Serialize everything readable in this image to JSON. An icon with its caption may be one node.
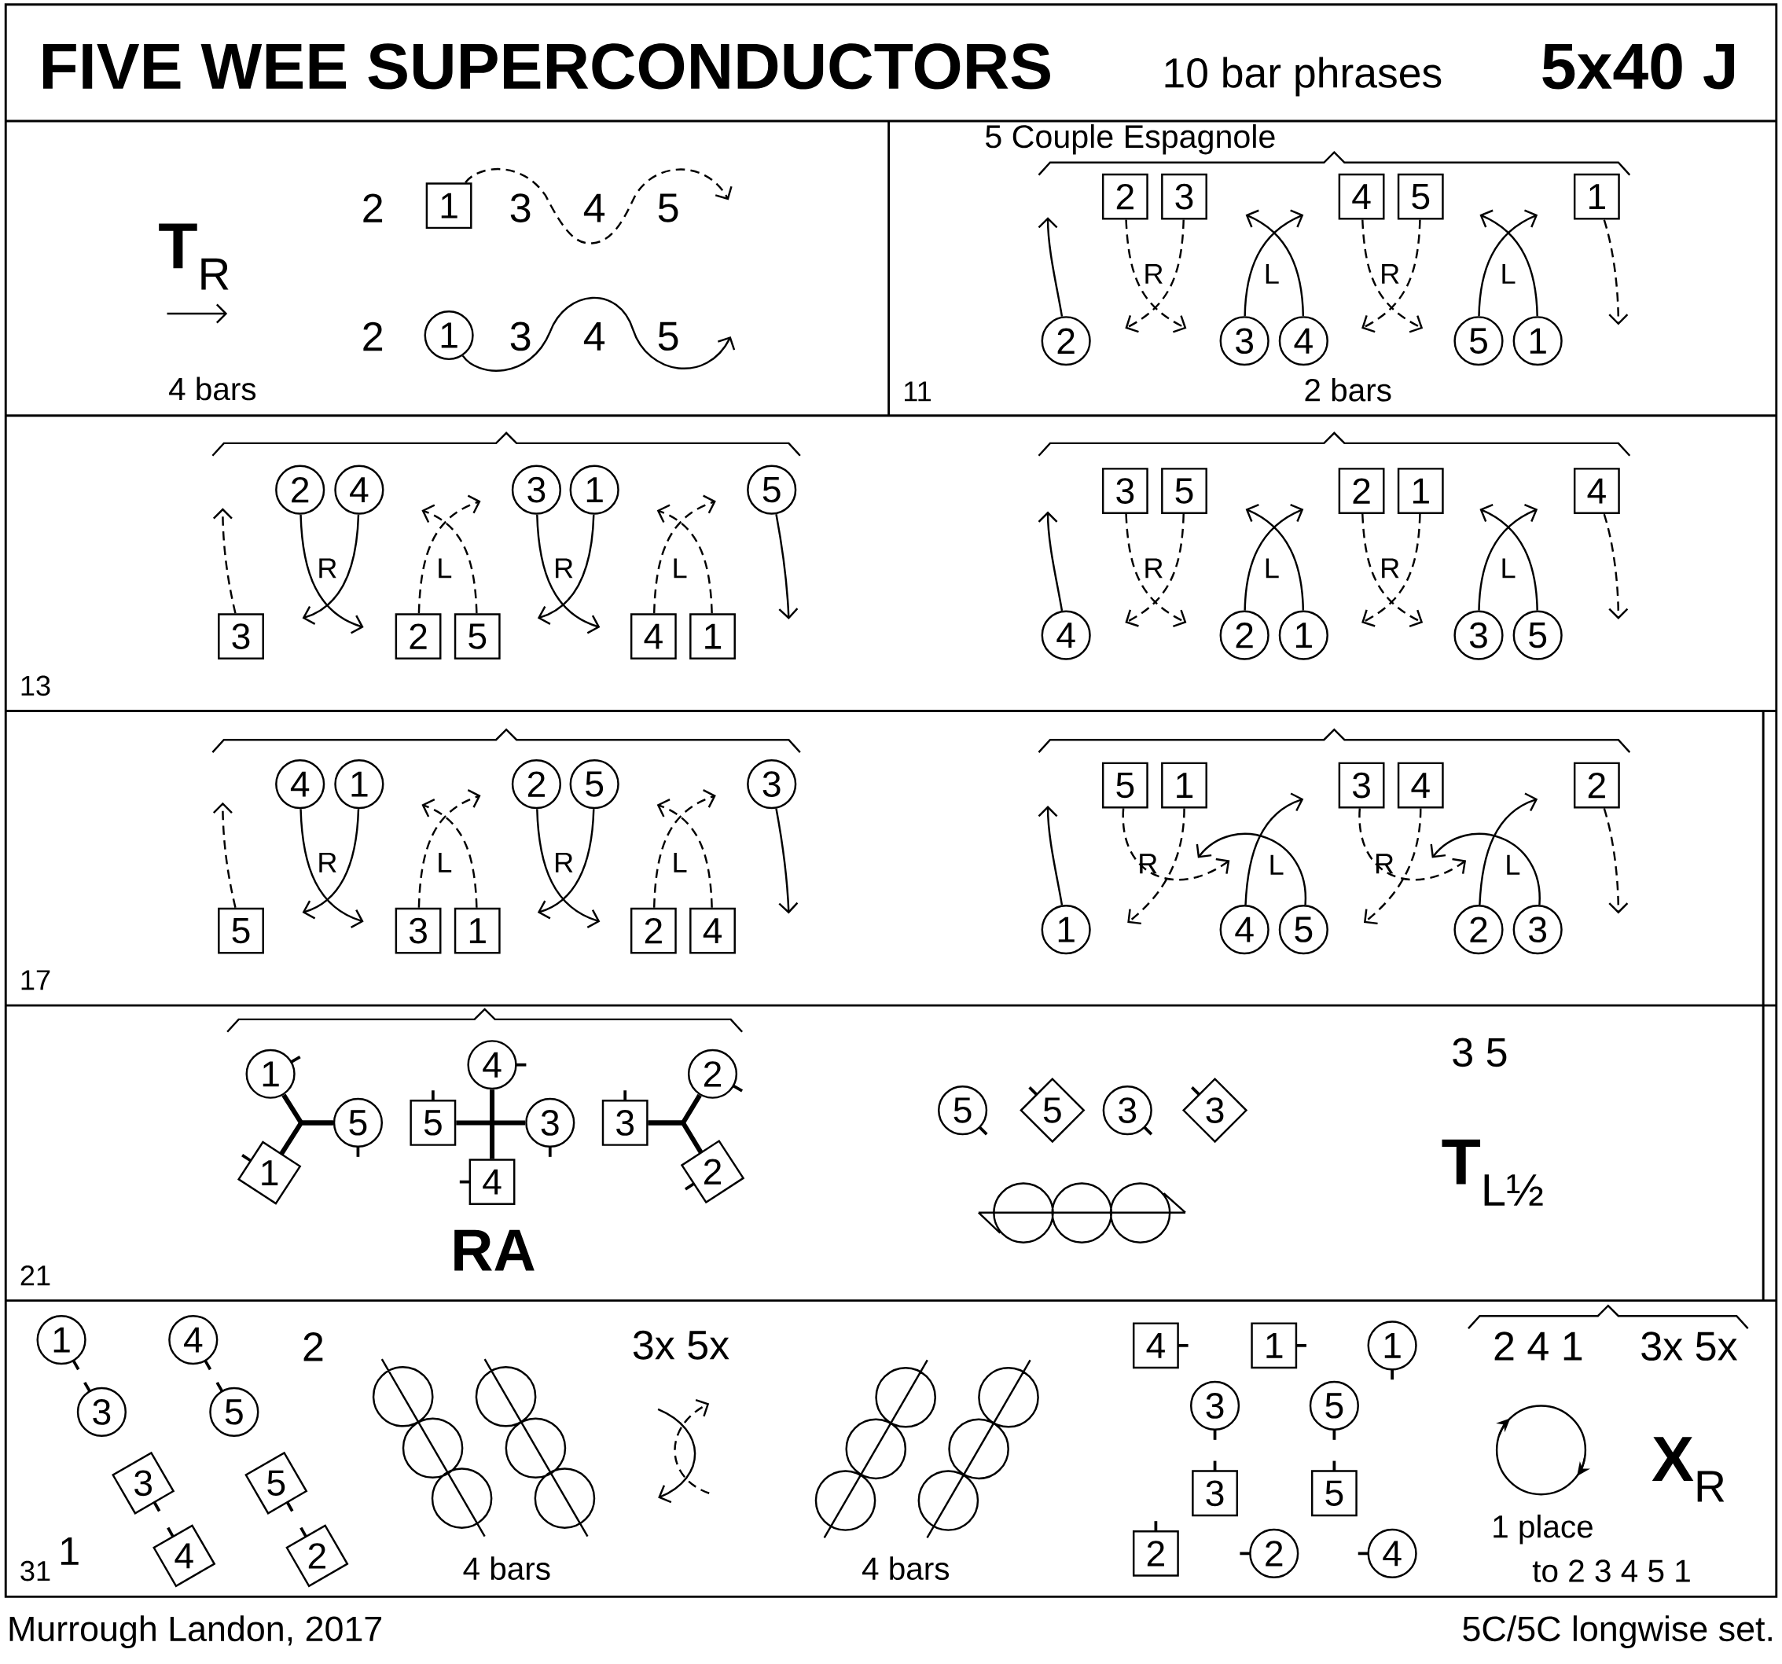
{
  "diagram": {
    "title": "FIVE WEE SUPERCONDUCTORS",
    "nodes": [
      {
        "text": [
          "1"
        ]
      },
      {
        "text": [
          "1"
        ]
      },
      {
        "text": [
          "2"
        ]
      },
      {
        "text": [
          "3"
        ]
      },
      {
        "text": [
          "4"
        ]
      },
      {
        "text": [
          "5"
        ]
      },
      {
        "text": [
          "1"
        ]
      },
      {
        "text": [
          "2"
        ]
      },
      {
        "text": [
          "3"
        ]
      },
      {
        "text": [
          "4"
        ]
      },
      {
        "text": [
          "5"
        ]
      },
      {
        "text": [
          "1"
        ]
      },
      {
        "text": [
          "2"
        ]
      },
      {
        "text": [
          "4"
        ]
      },
      {
        "text": [
          "3"
        ]
      },
      {
        "text": [
          "1"
        ]
      },
      {
        "text": [
          "5"
        ]
      },
      {
        "text": [
          "3"
        ]
      },
      {
        "text": [
          "2"
        ]
      },
      {
        "text": [
          "5"
        ]
      },
      {
        "text": [
          "4"
        ]
      },
      {
        "text": [
          "1"
        ]
      },
      {
        "text": [
          "3"
        ]
      },
      {
        "text": [
          "5"
        ]
      },
      {
        "text": [
          "2"
        ]
      },
      {
        "text": [
          "1"
        ]
      },
      {
        "text": [
          "4"
        ]
      },
      {
        "text": [
          "4"
        ]
      },
      {
        "text": [
          "2"
        ]
      },
      {
        "text": [
          "1"
        ]
      },
      {
        "text": [
          "3"
        ]
      },
      {
        "text": [
          "5"
        ]
      },
      {
        "text": [
          "4"
        ]
      },
      {
        "text": [
          "1"
        ]
      },
      {
        "text": [
          "2"
        ]
      },
      {
        "text": [
          "5"
        ]
      },
      {
        "text": [
          "3"
        ]
      },
      {
        "text": [
          "5"
        ]
      },
      {
        "text": [
          "3"
        ]
      },
      {
        "text": [
          "1"
        ]
      },
      {
        "text": [
          "2"
        ]
      },
      {
        "text": [
          "4"
        ]
      },
      {
        "text": [
          "5"
        ]
      },
      {
        "text": [
          "1"
        ]
      },
      {
        "text": [
          "3"
        ]
      },
      {
        "text": [
          "4"
        ]
      },
      {
        "text": [
          "2"
        ]
      },
      {
        "text": [
          "1"
        ]
      },
      {
        "text": [
          "4"
        ]
      },
      {
        "text": [
          "5"
        ]
      },
      {
        "text": [
          "2"
        ]
      },
      {
        "text": [
          "3"
        ]
      },
      {
        "text": [
          "1"
        ]
      },
      {
        "text": [
          "5"
        ]
      },
      {
        "text": [
          "1"
        ]
      },
      {
        "text": [
          "4"
        ]
      },
      {
        "text": [
          "5"
        ]
      },
      {
        "text": [
          "3"
        ]
      },
      {
        "text": [
          "4"
        ]
      },
      {
        "text": [
          "2"
        ]
      },
      {
        "text": [
          "3"
        ]
      },
      {
        "text": [
          "2"
        ]
      },
      {
        "text": [
          "5"
        ]
      },
      {
        "text": [
          "5"
        ]
      },
      {
        "text": [
          "3"
        ]
      },
      {
        "text": [
          "3"
        ]
      },
      {
        "text": [
          "1"
        ]
      },
      {
        "text": [
          "3"
        ]
      },
      {
        "text": [
          "3"
        ]
      },
      {
        "text": [
          "4"
        ]
      },
      {
        "text": [
          "4"
        ]
      },
      {
        "text": [
          "5"
        ]
      },
      {
        "text": [
          "5"
        ]
      },
      {
        "text": [
          "2"
        ]
      },
      {
        "text": [
          "4"
        ]
      },
      {
        "text": [
          "1"
        ]
      },
      {
        "text": [
          "1"
        ]
      },
      {
        "text": [
          "3"
        ]
      },
      {
        "text": [
          "5"
        ]
      },
      {
        "text": [
          "3"
        ]
      },
      {
        "text": [
          "5"
        ]
      },
      {
        "text": [
          "2"
        ]
      },
      {
        "text": [
          "2"
        ]
      },
      {
        "text": [
          "4"
        ]
      }
    ],
    "edges": [
      {
        "from": 0,
        "to": null,
        "arrow": "to",
        "style": "dashed"
      },
      {
        "from": 1,
        "to": null,
        "arrow": "to"
      },
      {
        "from": 2,
        "to": null,
        "arrow": "to",
        "style": "dashed"
      },
      {
        "from": 3,
        "to": null,
        "arrow": "to",
        "style": "dashed"
      },
      {
        "from": 4,
        "to": null,
        "arrow": "to",
        "style": "dashed"
      },
      {
        "from": 5,
        "to": null,
        "arrow": "to",
        "style": "dashed"
      },
      {
        "from": 6,
        "to": null,
        "arrow": "to",
        "style": "dashed"
      },
      {
        "from": 7,
        "to": null,
        "arrow": "to"
      },
      {
        "from": 8,
        "to": null,
        "arrow": "to"
      },
      {
        "from": 9,
        "to": null,
        "arrow": "to"
      },
      {
        "from": 10,
        "to": null,
        "arrow": "to"
      },
      {
        "from": 11,
        "to": null,
        "arrow": "to"
      },
      {
        "from": 12,
        "to": null,
        "arrow": "to"
      },
      {
        "from": 13,
        "to": null,
        "arrow": "to"
      },
      {
        "from": 14,
        "to": null,
        "arrow": "to"
      },
      {
        "from": 15,
        "to": null,
        "arrow": "to"
      },
      {
        "from": 16,
        "to": null,
        "arrow": "to"
      },
      {
        "from": 17,
        "to": null,
        "arrow": "to",
        "style": "dashed"
      },
      {
        "from": 18,
        "to": null,
        "arrow": "to",
        "style": "dashed"
      },
      {
        "from": 19,
        "to": null,
        "arrow": "to",
        "style": "dashed"
      },
      {
        "from": 20,
        "to": null,
        "arrow": "to",
        "style": "dashed"
      },
      {
        "from": 21,
        "to": null,
        "arrow": "to",
        "style": "dashed"
      },
      {
        "from": 22,
        "to": null,
        "arrow": "to",
        "style": "dashed"
      },
      {
        "from": 23,
        "to": null,
        "arrow": "to",
        "style": "dashed"
      },
      {
        "from": 24,
        "to": null,
        "arrow": "to",
        "style": "dashed"
      },
      {
        "from": 25,
        "to": null,
        "arrow": "to",
        "style": "dashed"
      },
      {
        "from": 26,
        "to": null,
        "arrow": "to",
        "style": "dashed"
      },
      {
        "from": 27,
        "to": null,
        "arrow": "to"
      },
      {
        "from": 28,
        "to": null,
        "arrow": "to"
      },
      {
        "from": 29,
        "to": null,
        "arrow": "to"
      },
      {
        "from": 30,
        "to": null,
        "arrow": "to"
      },
      {
        "from": 31,
        "to": null,
        "arrow": "to"
      },
      {
        "from": 32,
        "to": null,
        "arrow": "to"
      },
      {
        "from": 33,
        "to": null,
        "arrow": "to"
      },
      {
        "from": 34,
        "to": null,
        "arrow": "to"
      },
      {
        "from": 35,
        "to": null,
        "arrow": "to"
      },
      {
        "from": 36,
        "to": null,
        "arrow": "to"
      },
      {
        "from": 37,
        "to": null,
        "arrow": "to",
        "style": "dashed"
      },
      {
        "from": 38,
        "to": null,
        "arrow": "to",
        "style": "dashed"
      },
      {
        "from": 39,
        "to": null,
        "arrow": "to",
        "style": "dashed"
      },
      {
        "from": 40,
        "to": null,
        "arrow": "to",
        "style": "dashed"
      },
      {
        "from": 41,
        "to": null,
        "arrow": "to",
        "style": "dashed"
      },
      {
        "from": 42,
        "to": null,
        "arrow": "to",
        "style": "dashed"
      },
      {
        "from": 43,
        "to": null,
        "arrow": "to",
        "style": "dashed"
      },
      {
        "from": 44,
        "to": null,
        "arrow": "to",
        "style": "dashed"
      },
      {
        "from": 45,
        "to": null,
        "arrow": "to",
        "style": "dashed"
      },
      {
        "from": 46,
        "to": null,
        "arrow": "to",
        "style": "dashed"
      },
      {
        "from": 47,
        "to": null,
        "arrow": "to"
      },
      {
        "from": 48,
        "to": null,
        "arrow": "to"
      },
      {
        "from": 49,
        "to": null,
        "arrow": "to"
      },
      {
        "from": 50,
        "to": null,
        "arrow": "to"
      },
      {
        "from": 51,
        "to": null,
        "arrow": "to"
      },
      {
        "from": 52,
        "to": 53,
        "arrow": "none",
        "style": "thick"
      },
      {
        "from": 54,
        "to": 53,
        "arrow": "none",
        "style": "thick"
      },
      {
        "from": 56,
        "to": 57,
        "arrow": "none",
        "style": "thick"
      },
      {
        "from": 55,
        "to": 58,
        "arrow": "none",
        "style": "thick"
      },
      {
        "from": 59,
        "to": 60,
        "arrow": "none",
        "style": "thick"
      },
      {
        "from": 61,
        "to": 60,
        "arrow": "none",
        "style": "thick"
      }
    ],
    "labels": [
      "10 bar phrases",
      "5x40 J",
      "**T**$_{R}$",
      "2",
      "3",
      "4",
      "5",
      "2",
      "3",
      "4",
      "5",
      "4 bars",
      "5 Couple Espagnole",
      "R",
      "L",
      "R",
      "L",
      "11",
      "2 bars",
      "R",
      "L",
      "R",
      "L",
      "13",
      "R",
      "L",
      "R",
      "L",
      "R",
      "L",
      "R",
      "L",
      "17",
      "R",
      "L",
      "R",
      "L",
      "3 5",
      "**T**$_{L½}$",
      "RA",
      "21",
      "2",
      "3x 5x",
      "2 4 1",
      "3x 5x",
      "**X**$_{R}$",
      "1 place",
      "31",
      "1",
      "4 bars",
      "4 bars",
      "to 2 3 4 5 1",
      "Murrough Landon, 2017",
      "5C/5C longwise set."
    ]
  }
}
